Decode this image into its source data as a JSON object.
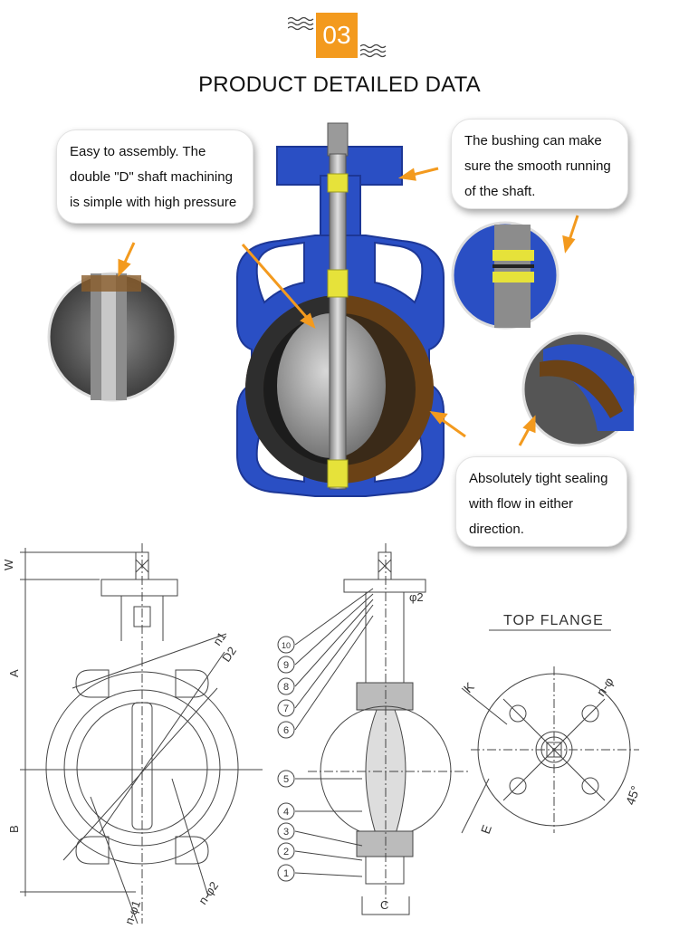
{
  "header": {
    "section_number": "03",
    "title": "PRODUCT DETAILED DATA"
  },
  "callouts": {
    "shaft": [
      "Easy to assembly. The",
      "double \"D\" shaft machining",
      "is simple with high pressure"
    ],
    "bushing": [
      "The bushing can make",
      "sure the smooth running",
      "of the shaft."
    ],
    "sealing": [
      "Absolutely tight sealing",
      "with flow in either",
      "direction."
    ]
  },
  "drawing_left": {
    "labels": {
      "w": "W",
      "a": "A",
      "b": "B",
      "n1": "n1",
      "d2": "D2",
      "n_phi1": "n-φ1",
      "n_phi2": "n-φ2"
    }
  },
  "drawing_mid": {
    "labels": {
      "phi2": "φ2",
      "c": "C"
    },
    "parts": [
      "10",
      "9",
      "8",
      "7",
      "6",
      "5",
      "4",
      "3",
      "2",
      "1"
    ]
  },
  "drawing_right": {
    "title": "TOP FLANGE",
    "labels": {
      "k": "K",
      "n_phi": "n-φ",
      "e": "E",
      "angle": "45°"
    }
  },
  "colors": {
    "accent": "#f39a1e",
    "valve_blue": "#2a4fc4",
    "liner_brown": "#6b4216",
    "seat_yellow": "#e6e23a"
  }
}
